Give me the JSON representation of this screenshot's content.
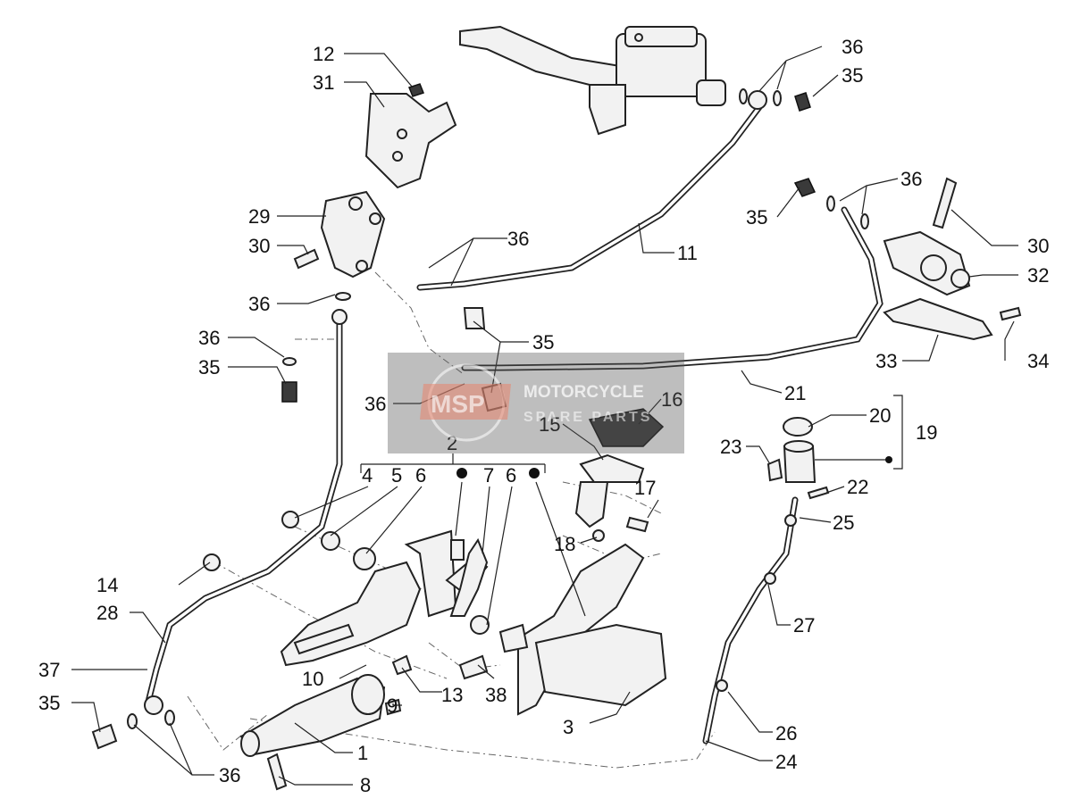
{
  "diagram": {
    "callouts": {
      "c1": "1",
      "c2": "2",
      "c3": "3",
      "c4": "4",
      "c5": "5",
      "c6a": "6",
      "c6b": "6",
      "c7": "7",
      "c8": "8",
      "c9": "9",
      "c10": "10",
      "c11": "11",
      "c12": "12",
      "c13": "13",
      "c14": "14",
      "c15": "15",
      "c16": "16",
      "c17": "17",
      "c18": "18",
      "c19": "19",
      "c20": "20",
      "c21": "21",
      "c22": "22",
      "c23": "23",
      "c24": "24",
      "c25": "25",
      "c26": "26",
      "c27": "27",
      "c28": "28",
      "c29": "29",
      "c30a": "30",
      "c30b": "30",
      "c31": "31",
      "c32": "32",
      "c33": "33",
      "c34": "34",
      "c35a": "35",
      "c35b": "35",
      "c35c": "35",
      "c35d": "35",
      "c35e": "35",
      "c36a": "36",
      "c36b": "36",
      "c36c": "36",
      "c36d": "36",
      "c36e": "36",
      "c36f": "36",
      "c36g": "36",
      "c37": "37",
      "c38": "38"
    }
  },
  "watermark": {
    "logo": "MSP",
    "line1": "MOTORCYCLE",
    "line2": "SPARE PARTS"
  }
}
